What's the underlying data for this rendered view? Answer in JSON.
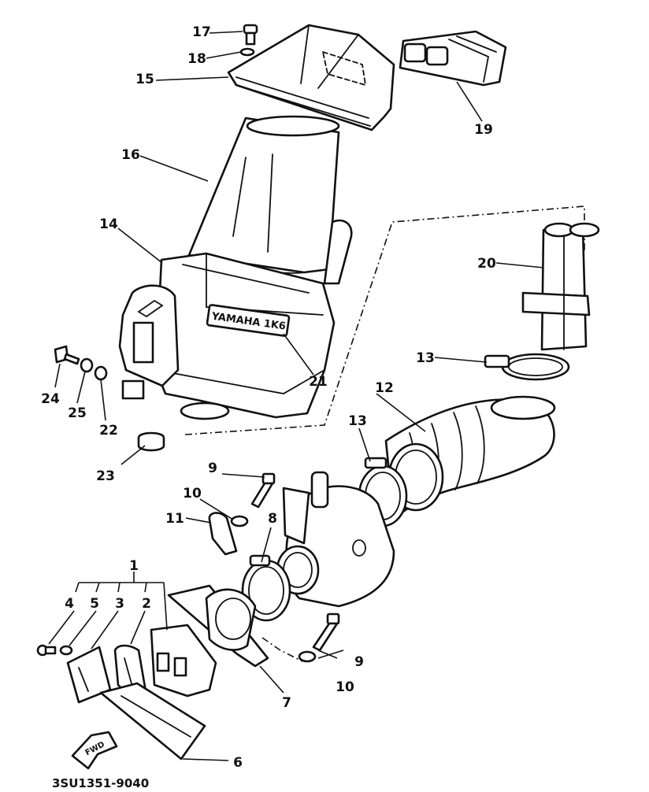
{
  "diagram": {
    "callouts": {
      "c1": "1",
      "c2": "2",
      "c3": "3",
      "c4": "4",
      "c5": "5",
      "c6": "6",
      "c7": "7",
      "c8": "8",
      "c9a": "9",
      "c9b": "9",
      "c10a": "10",
      "c10b": "10",
      "c11": "11",
      "c12": "12",
      "c13a": "13",
      "c13b": "13",
      "c14": "14",
      "c15": "15",
      "c16": "16",
      "c17": "17",
      "c18": "18",
      "c19": "19",
      "c20": "20",
      "c21": "21",
      "c22": "22",
      "c23": "23",
      "c24": "24",
      "c25": "25"
    },
    "box_label": "YAMAHA 1K6",
    "fwd_label": "FWD",
    "drawing_code": "3SU1351-9040"
  }
}
